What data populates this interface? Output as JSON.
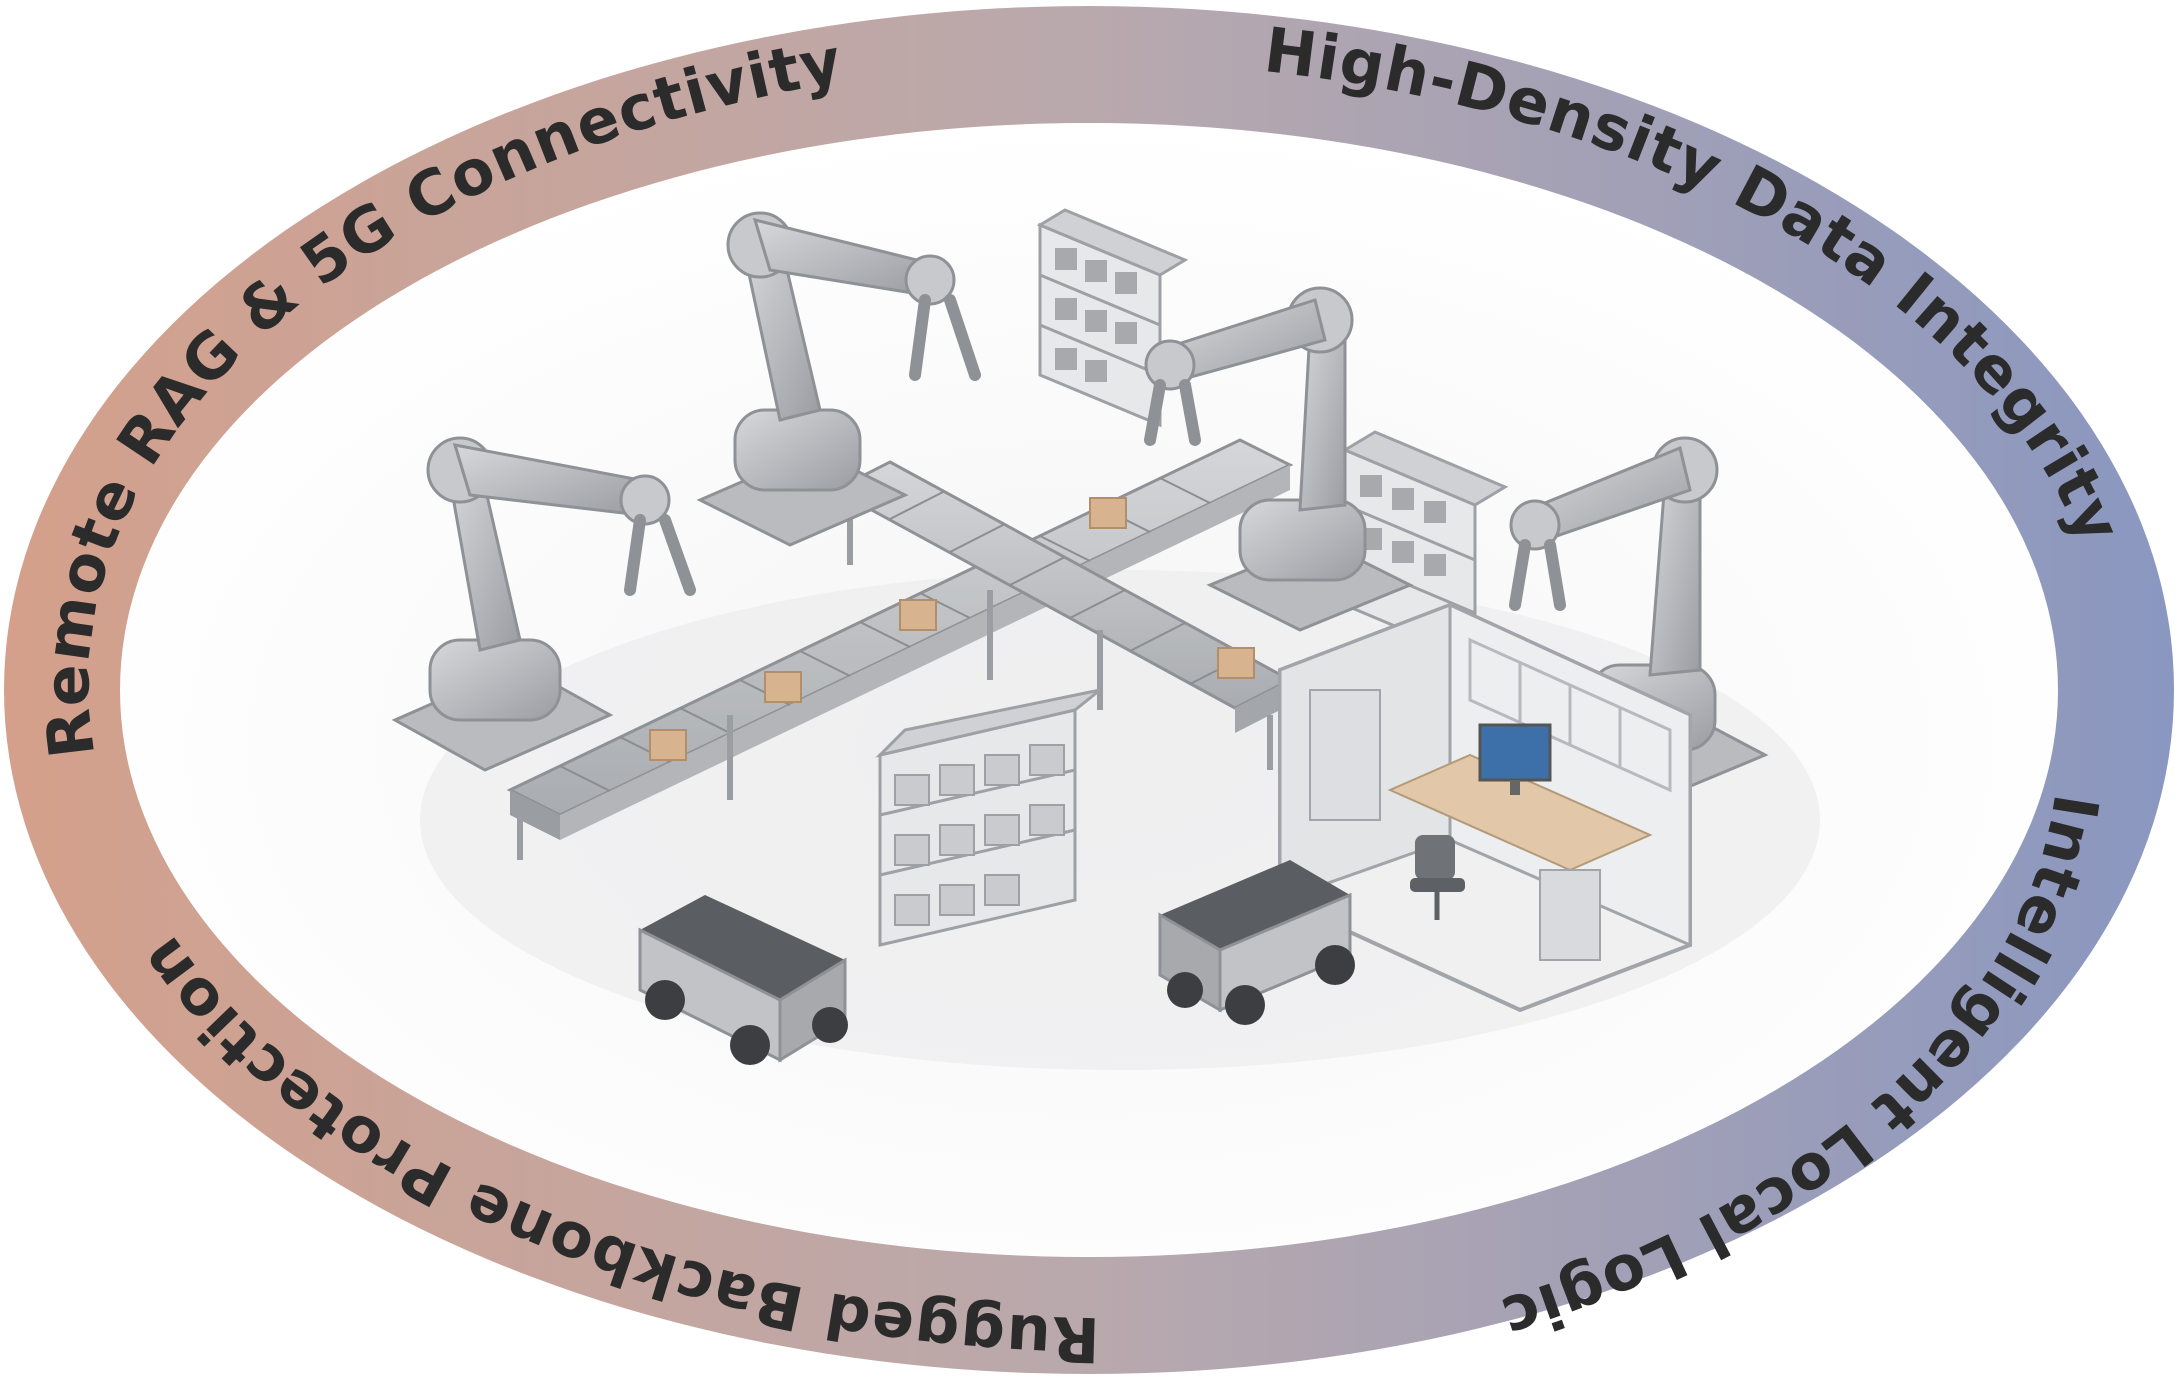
{
  "ring": {
    "labels": {
      "top_left": "Remote RAG & 5G Connectivity",
      "top_right": "High-Density Data Integrity",
      "bottom_right": "Intelligent Local Logic",
      "bottom_left": "Rugged Backbone Protection"
    },
    "gradient": {
      "left_color": "#d4a08b",
      "middle_color": "#b9a9ad",
      "right_color": "#8a97c0"
    },
    "text_color": "#2b2b2b"
  },
  "scene": {
    "elements": [
      "robot-arm-icon",
      "conveyor-belt-icon",
      "storage-shelf-icon",
      "cardboard-box-icon",
      "autonomous-vehicle-icon",
      "control-booth-icon",
      "computer-monitor-icon",
      "office-chair-icon"
    ],
    "colors": {
      "metal": "#b9bbbe",
      "metal_dark": "#8e9195",
      "metal_light": "#d9dadc",
      "box": "#d7b48f",
      "desk": "#e2c8a8",
      "screen": "#3d6fa8"
    }
  }
}
